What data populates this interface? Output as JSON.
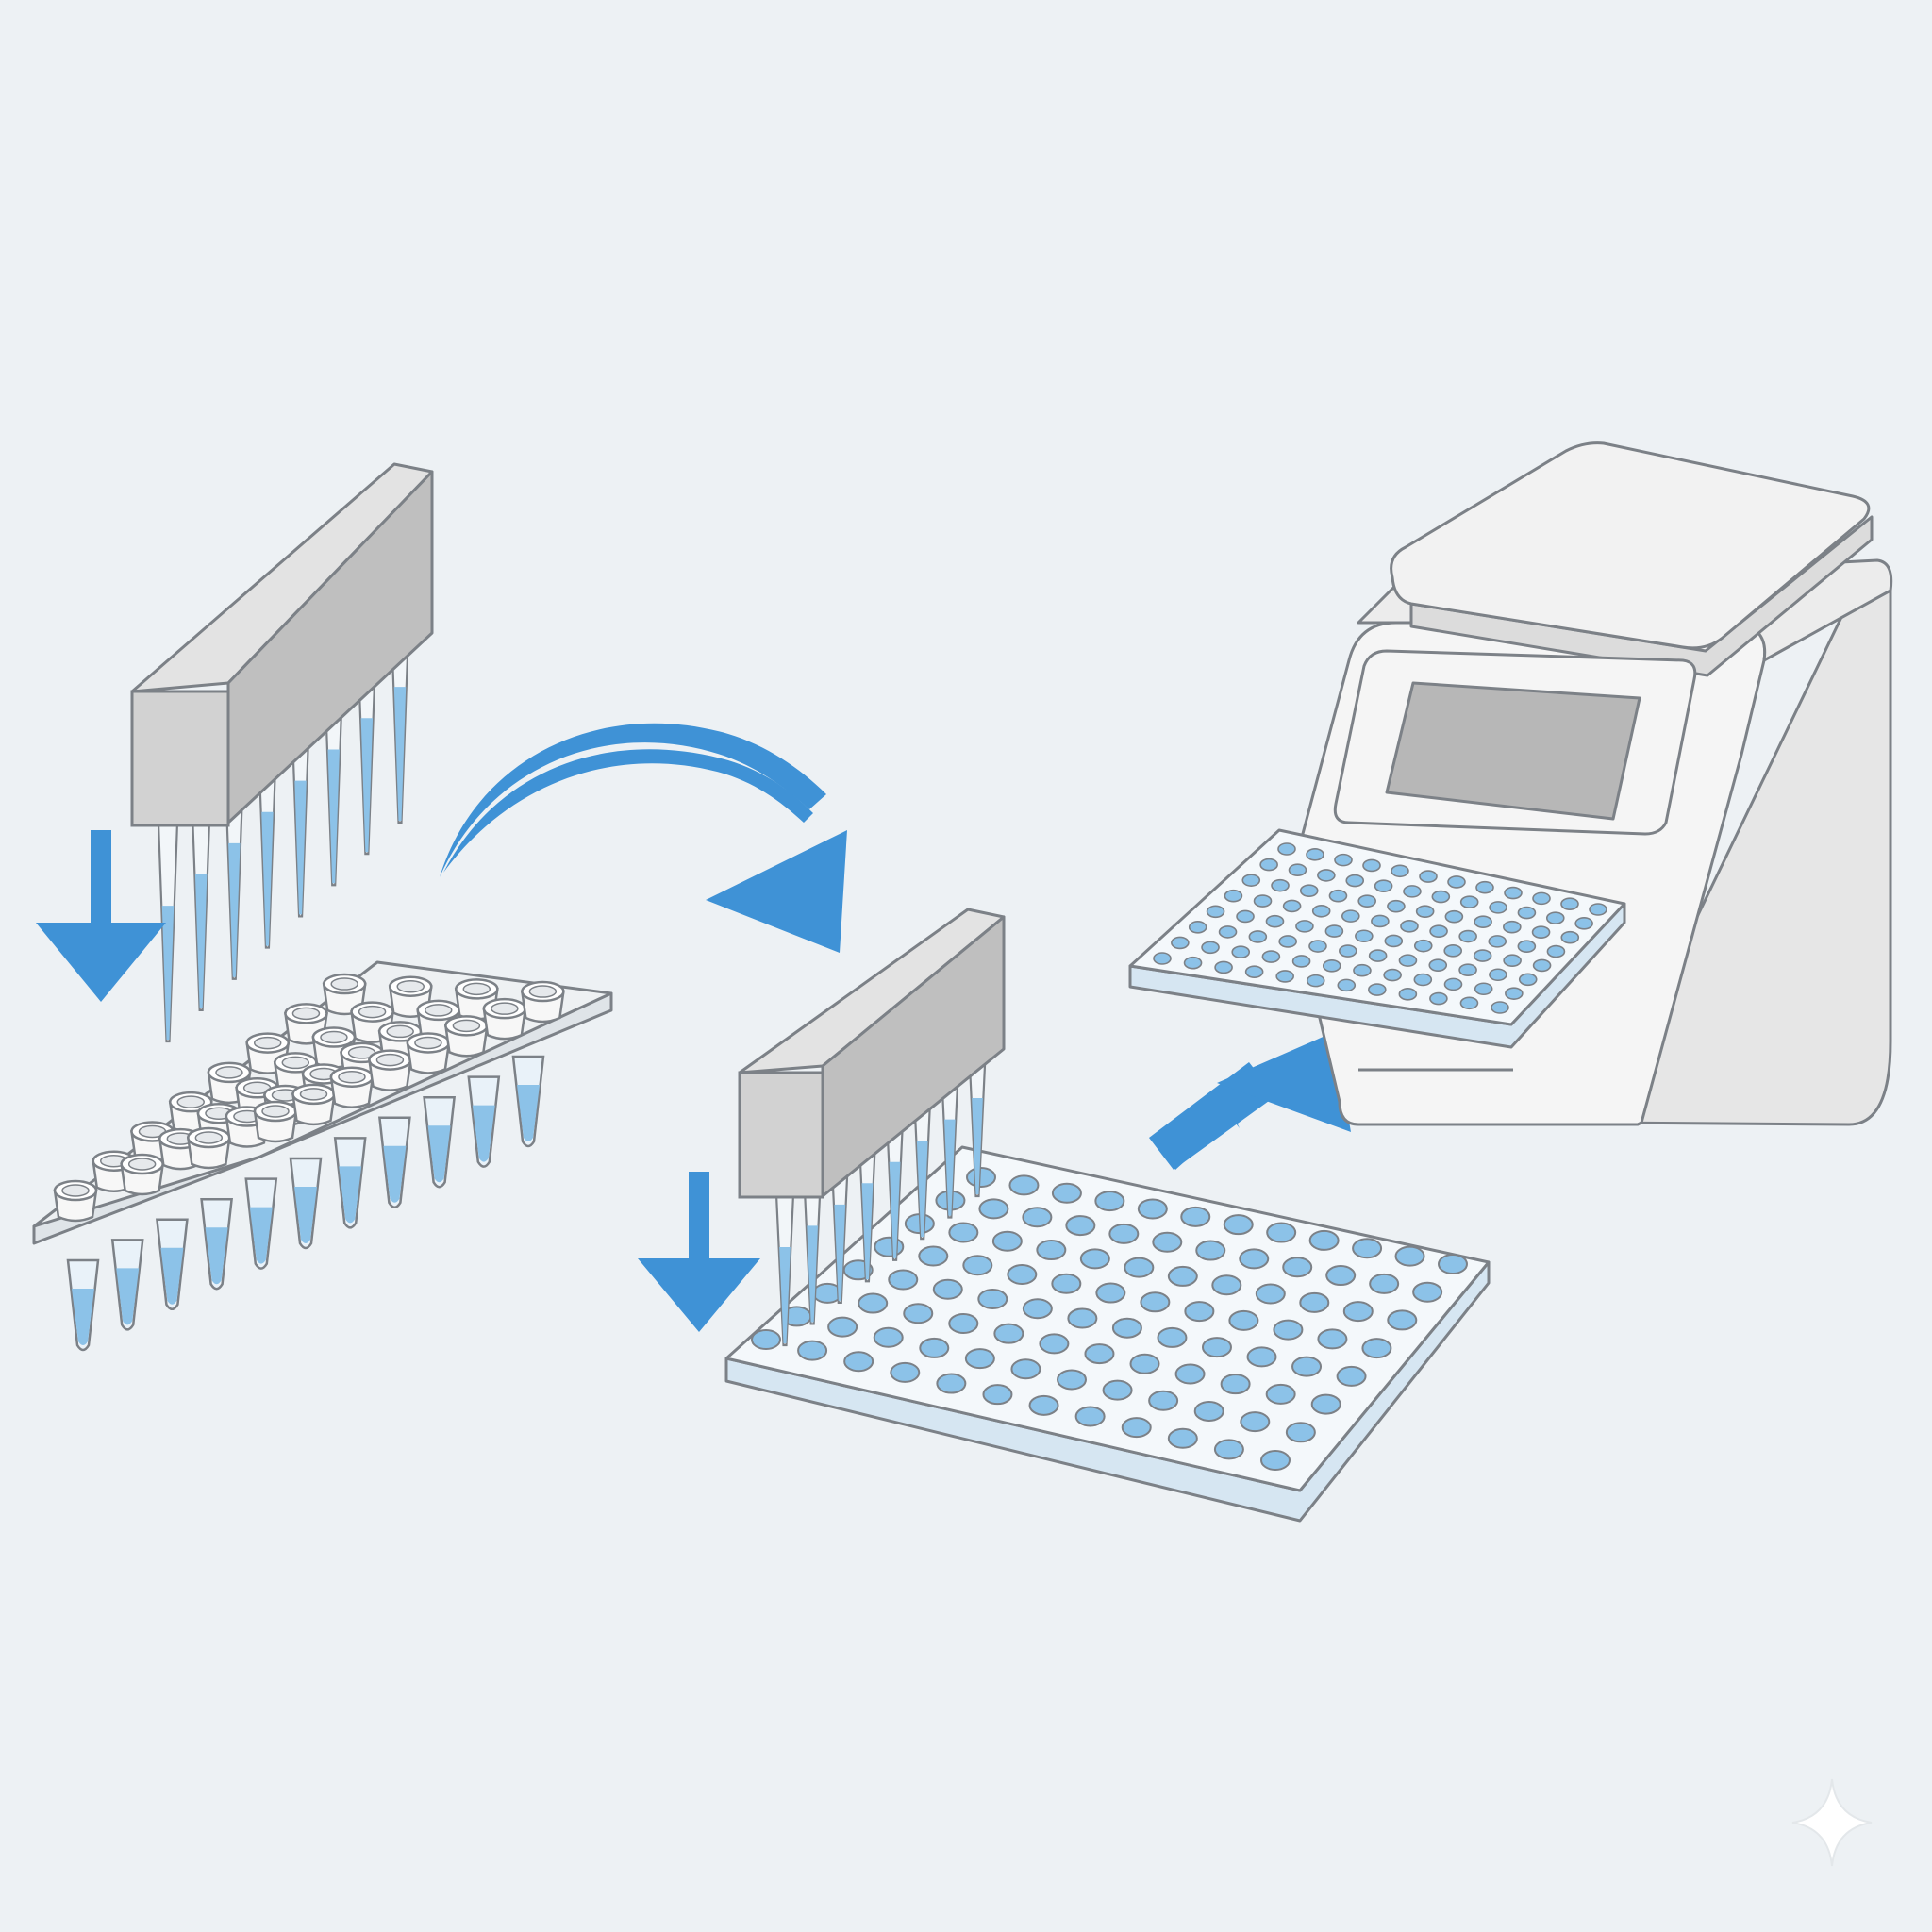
{
  "diagram": {
    "step_count": 3,
    "steps": [
      {
        "id": "load-tubes",
        "icon": "multichannel-pipette-icon",
        "target": "pcr-strip-tube-rack-icon"
      },
      {
        "id": "transfer-to-plate",
        "icon": "multichannel-pipette-icon",
        "target": "96-well-plate-icon"
      },
      {
        "id": "insert-into-instrument",
        "icon": "thermal-cycler-icon",
        "target": "instrument-plate-tray-icon"
      }
    ],
    "plate_grid": {
      "rows": 8,
      "columns": 12
    },
    "instrument_tray_grid": {
      "rows": 8,
      "columns": 12
    },
    "tube_rack_grid": {
      "rows": 4,
      "columns": 8
    },
    "pipette_channels": 8,
    "colors": {
      "background": "#edf1f4",
      "outline": "#7c8187",
      "pipette_front": "#d2d2d2",
      "pipette_top": "#e3e3e3",
      "pipette_side": "#bfbfbf",
      "liquid": "#8cc2e8",
      "liquid_dark": "#5a9fd4",
      "arrow": "#3f92d6",
      "plate_top": "#f4f8fb",
      "plate_edge": "#d6e6f2",
      "instrument_body": "#f5f5f5",
      "instrument_side": "#e6e6e6",
      "screen": "#b7b7b7"
    },
    "watermark": "sparkle-icon"
  }
}
